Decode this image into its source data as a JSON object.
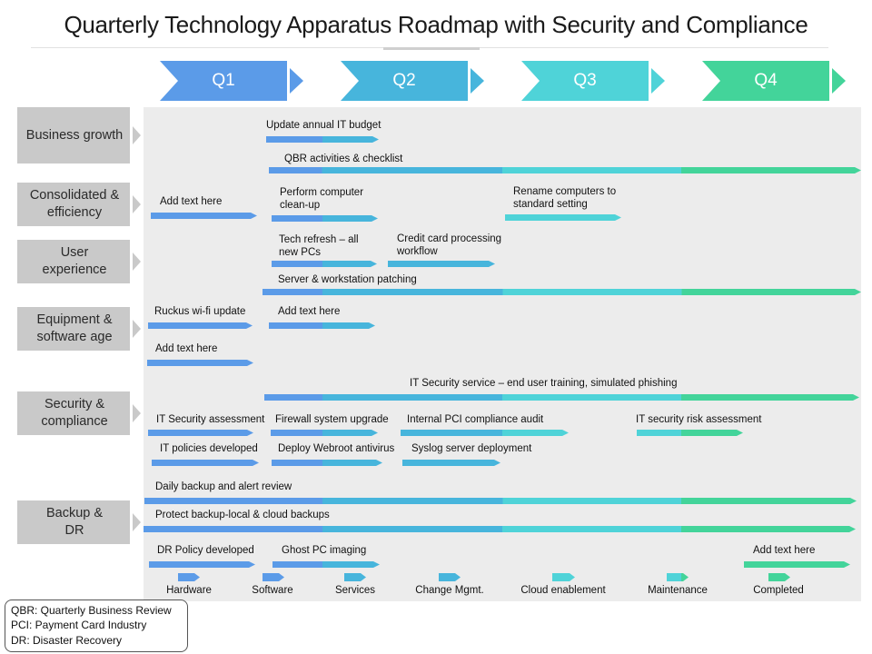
{
  "title": "Quarterly Technology Apparatus Roadmap with Security and Compliance",
  "colors": {
    "q1": "#5b9be8",
    "q2": "#47b5dc",
    "q3": "#4fd3d8",
    "q4": "#43d49a",
    "category": "#c9c9c9",
    "panel": "#ececec"
  },
  "quarters": [
    "Q1",
    "Q2",
    "Q3",
    "Q4"
  ],
  "categories": [
    "Business growth",
    "Consolidated & efficiency",
    "User experience",
    "Equipment & software age",
    "Security & compliance",
    "Backup & DR"
  ],
  "tasks": [
    {
      "label": "Update annual IT budget",
      "start": "Q1",
      "end": "Q2"
    },
    {
      "label": "QBR activities & checklist",
      "start": "Q1",
      "end": "Q4"
    },
    {
      "label": "Add text here",
      "start": "Q1",
      "end": "Q1"
    },
    {
      "label": "Perform computer clean-up",
      "start": "Q1",
      "end": "Q2"
    },
    {
      "label": "Rename computers to standard setting",
      "start": "Q3",
      "end": "Q3"
    },
    {
      "label": "Tech refresh – all new PCs",
      "start": "Q1",
      "end": "Q2"
    },
    {
      "label": "Credit card processing workflow",
      "start": "Q2",
      "end": "Q2"
    },
    {
      "label": "Server & workstation patching",
      "start": "Q1",
      "end": "Q4"
    },
    {
      "label": "Ruckus wi-fi update",
      "start": "Q1",
      "end": "Q1"
    },
    {
      "label": "Add text here",
      "start": "Q1",
      "end": "Q2"
    },
    {
      "label": "Add text here",
      "start": "Q1",
      "end": "Q1"
    },
    {
      "label": "IT Security service – end user training, simulated phishing",
      "start": "Q1",
      "end": "Q4"
    },
    {
      "label": "IT Security assessment",
      "start": "Q1",
      "end": "Q1"
    },
    {
      "label": "Firewall system upgrade",
      "start": "Q1",
      "end": "Q2"
    },
    {
      "label": "Internal PCI compliance  audit",
      "start": "Q2",
      "end": "Q3"
    },
    {
      "label": "IT security risk assessment",
      "start": "Q3",
      "end": "Q4"
    },
    {
      "label": "IT policies developed",
      "start": "Q1",
      "end": "Q1"
    },
    {
      "label": "Deploy Webroot  antivirus",
      "start": "Q1",
      "end": "Q2"
    },
    {
      "label": "Syslog server deployment",
      "start": "Q2",
      "end": "Q2"
    },
    {
      "label": "Daily backup and alert review",
      "start": "Q1",
      "end": "Q4"
    },
    {
      "label": "Protect backup-local & cloud backups",
      "start": "Q1",
      "end": "Q4"
    },
    {
      "label": "DR Policy developed",
      "start": "Q1",
      "end": "Q1"
    },
    {
      "label": "Ghost PC imaging",
      "start": "Q1",
      "end": "Q2"
    },
    {
      "label": "Add text here",
      "start": "Q4",
      "end": "Q4"
    }
  ],
  "legend": [
    "Hardware",
    "Software",
    "Services",
    "Change Mgmt.",
    "Cloud enablement",
    "Maintenance",
    "Completed"
  ],
  "abbreviations": [
    "QBR: Quarterly Business Review",
    "PCI: Payment Card Industry",
    "DR: Disaster Recovery"
  ]
}
